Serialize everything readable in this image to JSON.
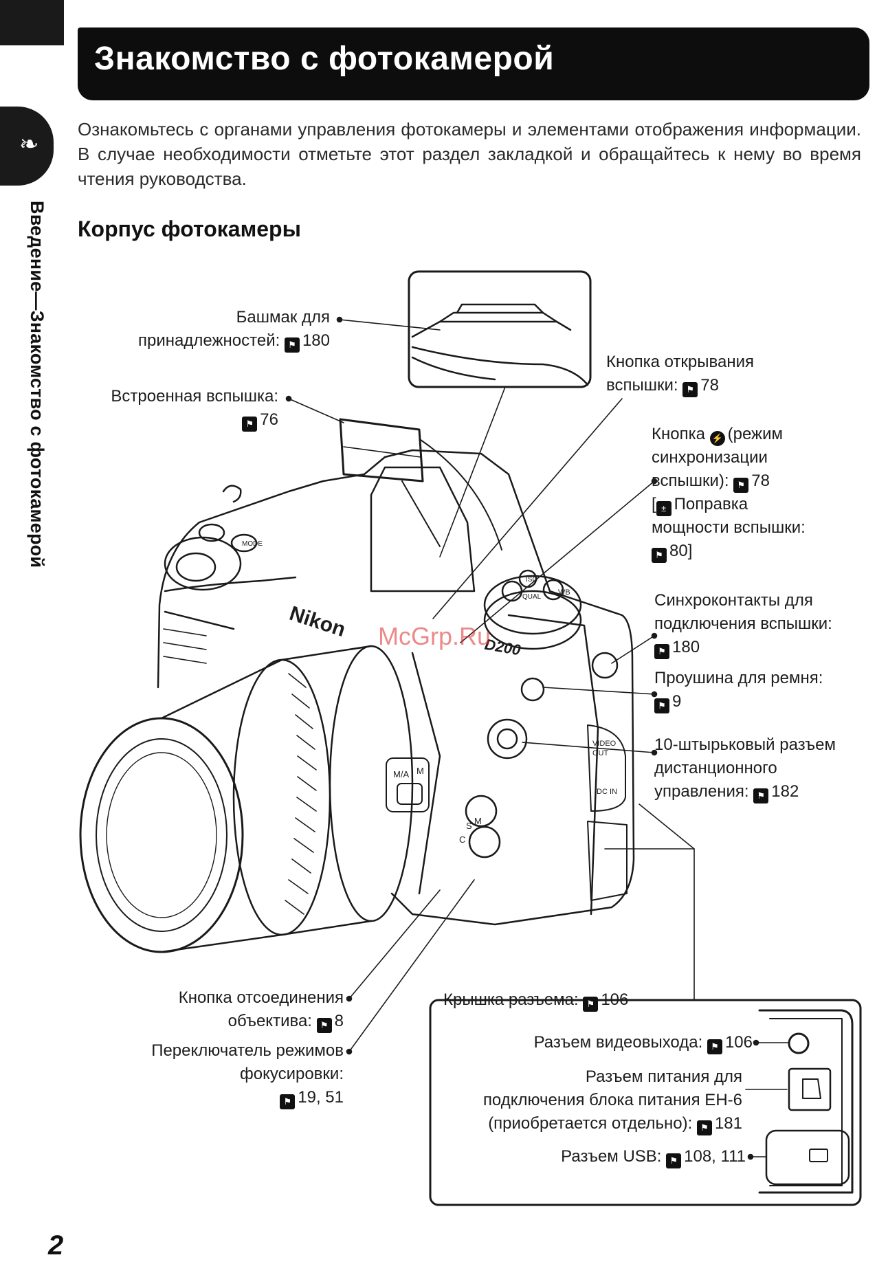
{
  "header": {
    "title": "Знакомство с фотокамерой",
    "intro": "Ознакомьтесь с органами управления фотокамеры и элементами отображения информации. В случае необходимости отметьте этот раздел закладкой и обращайтесь к нему во время чтения руководства.",
    "section": "Корпус фотокамеры"
  },
  "sidebar": {
    "chapter": "Введение—Знакомство с фотокамерой",
    "tab_icon": "rooster-icon"
  },
  "camera": {
    "brand": "Nikon",
    "model": "D200",
    "mode_top": "M/A",
    "mode_bottom": "M",
    "dial_mode": "MODE",
    "dial_wb": "WB",
    "dial_qual": "QUAL",
    "dial_iso": "ISO",
    "port_video": "VIDEO OUT",
    "port_dc": "DC IN",
    "focus_s": "S",
    "focus_c": "C",
    "focus_m": "M"
  },
  "labels": {
    "accessory_shoe_1": "Башмак для",
    "accessory_shoe_2": "принадлежностей:",
    "accessory_shoe_ref": "180",
    "flash_1": "Встроенная вспышка:",
    "flash_ref": "76",
    "flash_open_1": "Кнопка открывания",
    "flash_open_2": "вспышки:",
    "flash_open_ref": "78",
    "sync_mode_1": "Кнопка",
    "sync_mode_1b": "(режим",
    "sync_mode_2": "синхронизации",
    "sync_mode_3": "вспышки):",
    "sync_mode_ref": "78",
    "sync_mode_4": "Поправка",
    "sync_mode_5": "мощности вспышки:",
    "sync_mode_ref2": "80]",
    "sync_term_1": "Синхроконтакты для",
    "sync_term_2": "подключения вспышки:",
    "sync_term_ref": "180",
    "strap_1": "Проушина для ремня:",
    "strap_ref": "9",
    "remote_1": "10-штырьковый разъем",
    "remote_2": "дистанционного",
    "remote_3": "управления:",
    "remote_ref": "182",
    "lens_release_1": "Кнопка отсоединения",
    "lens_release_2": "объектива:",
    "lens_release_ref": "8",
    "focus_mode_1": "Переключатель режимов",
    "focus_mode_2": "фокусировки:",
    "focus_mode_ref": "19, 51",
    "cover_1": "Крышка разъема:",
    "cover_ref": "106",
    "video_1": "Разъем видеовыхода:",
    "video_ref": "106",
    "dc_1": "Разъем питания для",
    "dc_2": "подключения блока питания EH-6",
    "dc_3": "(приобретается отдельно):",
    "dc_ref": "181",
    "usb_1": "Разъем USB:",
    "usb_ref": "108, 111"
  },
  "watermark": "McGrp.Ru",
  "page_number": "2"
}
